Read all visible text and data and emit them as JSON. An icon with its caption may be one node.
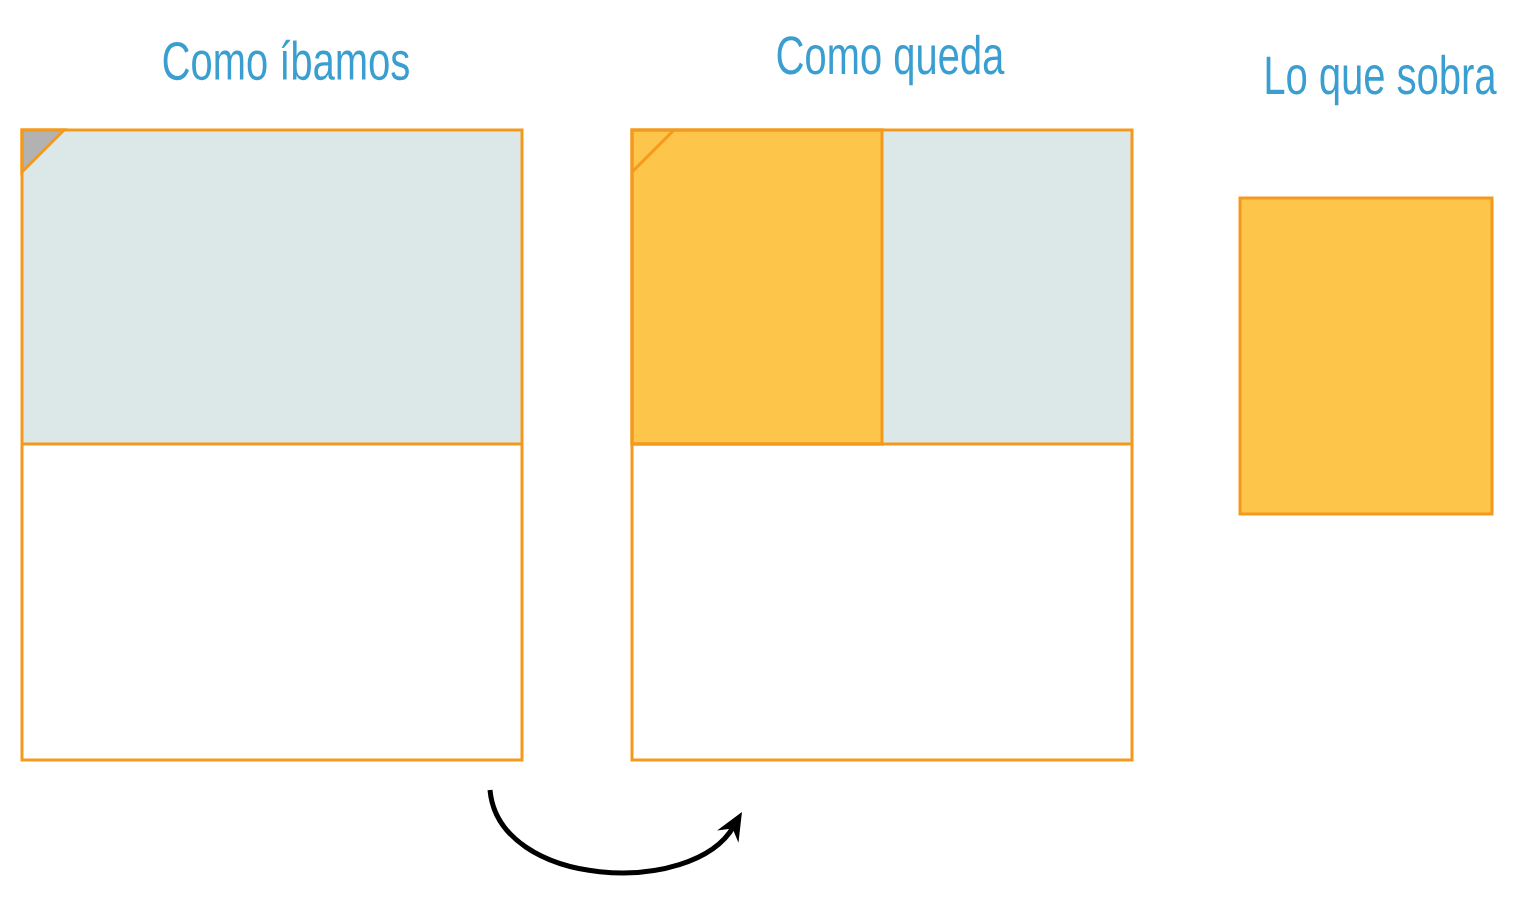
{
  "diagram": {
    "nodes": [
      {
        "text": [
          "Como íbamos"
        ]
      },
      {
        "text": [
          "Como queda"
        ]
      },
      {
        "text": [
          "Lo que sobra"
        ]
      }
    ],
    "edges": [
      {
        "from": 0,
        "to": 1,
        "arrow": "to"
      }
    ]
  }
}
